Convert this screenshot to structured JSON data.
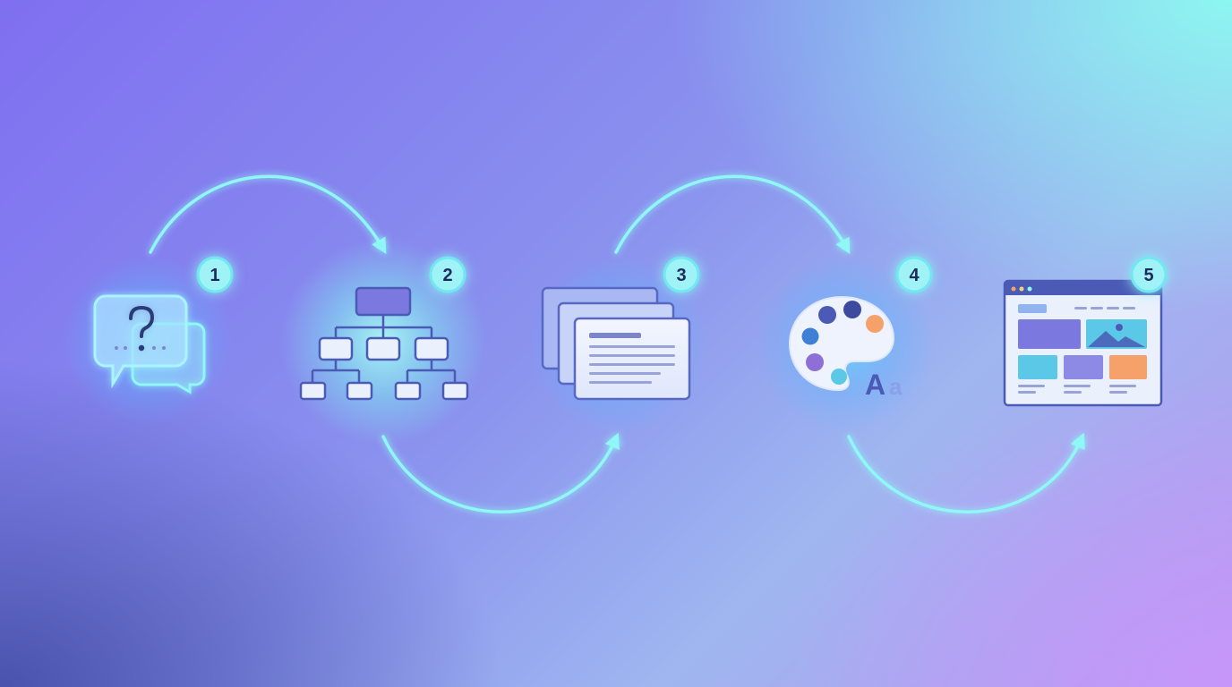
{
  "steps": [
    {
      "number": "1",
      "icon": "question-chat-icon"
    },
    {
      "number": "2",
      "icon": "hierarchy-sitemap-icon"
    },
    {
      "number": "3",
      "icon": "stacked-documents-icon"
    },
    {
      "number": "4",
      "icon": "palette-typography-icon"
    },
    {
      "number": "5",
      "icon": "browser-layout-icon"
    }
  ],
  "typography_glyph": {
    "upper": "A",
    "lower": "a"
  },
  "colors": {
    "glow": "#7ff6f2",
    "arrow": "#8ff7f5",
    "badge_fill": "#9ff3f6",
    "badge_text": "#1f2a5a",
    "icon_stroke": "#4b5bb5",
    "card_fill": "#eaf0fc",
    "accent_purple": "#7b78e0",
    "accent_cyan": "#5ac8e6",
    "accent_orange": "#f6a06a"
  }
}
